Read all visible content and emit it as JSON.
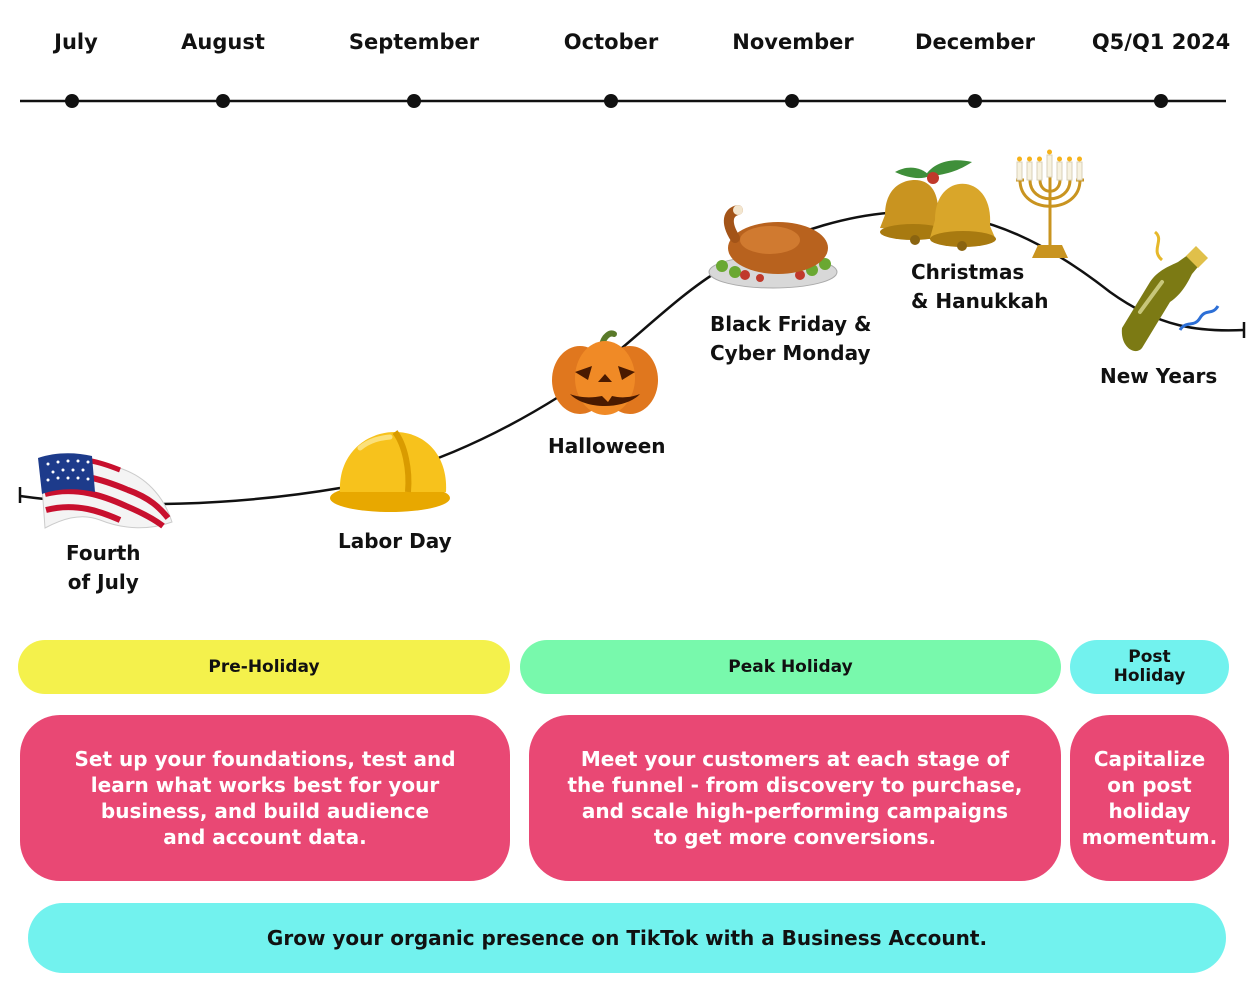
{
  "months": [
    "July",
    "August",
    "September",
    "October",
    "November",
    "December",
    "Q5/Q1 2024"
  ],
  "holidays": [
    {
      "label": "Fourth\nof July",
      "icon": "american-flag-icon"
    },
    {
      "label": "Labor Day",
      "icon": "hard-hat-icon"
    },
    {
      "label": "Halloween",
      "icon": "jack-o-lantern-icon"
    },
    {
      "label": "Black Friday &\nCyber Monday",
      "icon": "roast-turkey-icon"
    },
    {
      "label": "Christmas\n& Hanukkah",
      "icon": "christmas-bells-icon"
    },
    {
      "label": "New Years",
      "icon": "champagne-bottle-icon"
    }
  ],
  "hanukkah_icon": "menorah-icon",
  "phases": [
    {
      "label": "Pre-Holiday",
      "color": "#f4f14c"
    },
    {
      "label": "Peak Holiday",
      "color": "#78f9ac"
    },
    {
      "label": "Post\nHoliday",
      "color": "#72f2ee"
    }
  ],
  "descriptions": [
    "Set up your foundations, test and\nlearn what works best for your\nbusiness, and build audience\nand account data.",
    "Meet your customers at each stage of\nthe funnel - from discovery to purchase,\nand scale high-performing campaigns\nto get more conversions.",
    "Capitalize\non post\nholiday\nmomentum."
  ],
  "description_color": "#e94874",
  "footer": "Grow your organic presence on TikTok with a Business Account."
}
